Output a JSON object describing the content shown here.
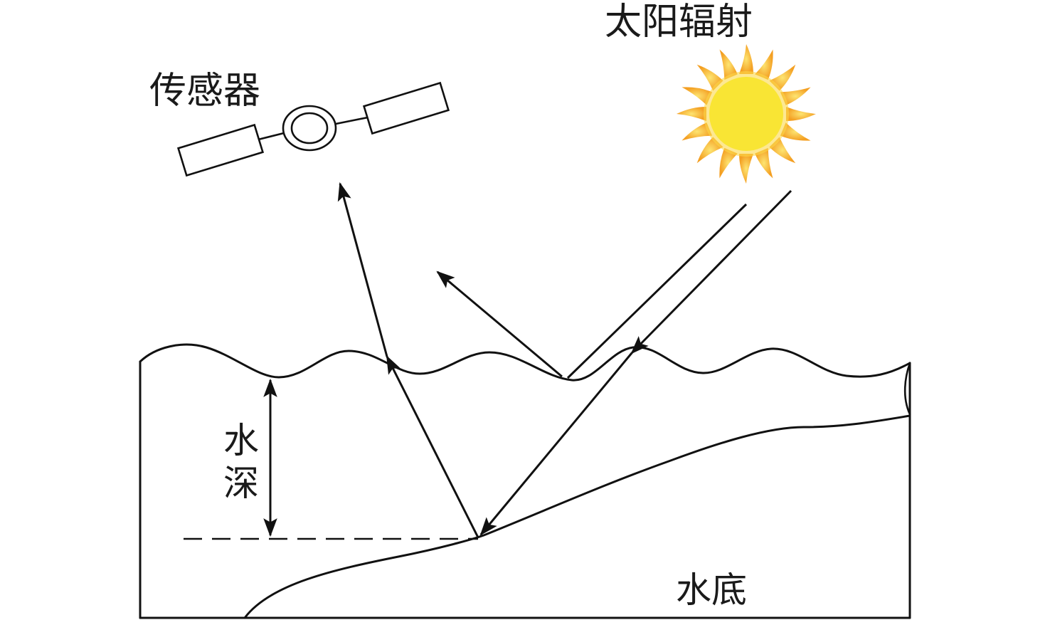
{
  "labels": {
    "sensor": "传感器",
    "solar_radiation": "太阳辐射",
    "water_depth_char1": "水",
    "water_depth_char2": "深",
    "water_bottom": "水底"
  },
  "icons": {
    "satellite": "satellite-icon",
    "sun": "sun-icon"
  },
  "colors": {
    "line": "#111111",
    "sun_core": "#f9e534",
    "sun_ray_outer": "#f5a81c",
    "sun_ray_inner": "#fcd94a"
  }
}
